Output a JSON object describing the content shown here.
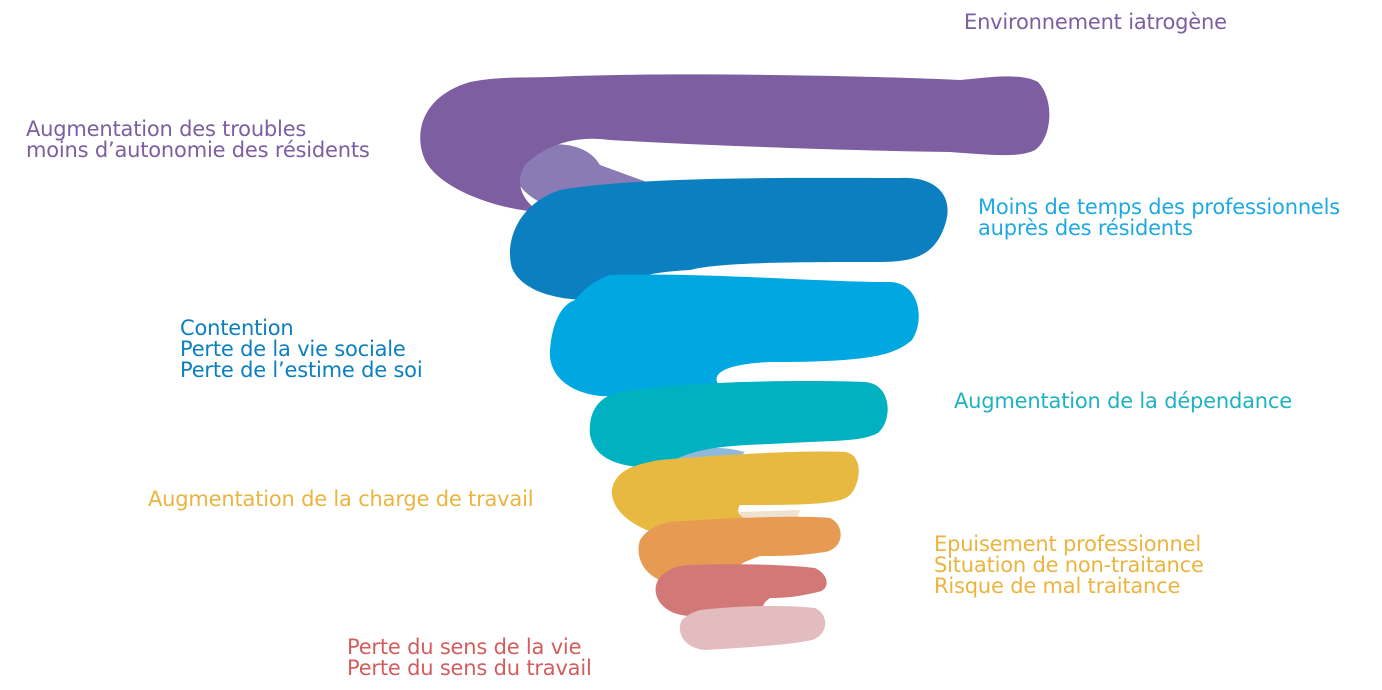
{
  "labels": {
    "environnement": "Environnement iatrogène",
    "troubles": [
      "Augmentation des troubles",
      "moins d’autonomie des résidents"
    ],
    "temps": [
      "Moins de temps des professionnels",
      "auprès des résidents"
    ],
    "contention": [
      "Contention",
      "Perte de la vie sociale",
      "Perte de l’estime de soi"
    ],
    "dependance": "Augmentation de la dépendance",
    "charge": "Augmentation de la charge de travail",
    "epuisement": [
      "Epuisement professionnel",
      "Situation de non-traitance",
      "Risque de mal traitance"
    ],
    "sens": [
      "Perte du sens de la vie",
      "Perte du sens du travail"
    ]
  },
  "colors": {
    "purple": "#7c5ea1",
    "purple_light": "#8b7bb5",
    "dark_blue": "#0c7fc1",
    "light_blue": "#00a7e1",
    "teal": "#00b1c2",
    "pale_blue": "#90b8d8",
    "yellow": "#e8b940",
    "orange": "#e69a52",
    "red": "#d27877",
    "pink": "#e2bcbe",
    "cream": "#efe2d1"
  }
}
